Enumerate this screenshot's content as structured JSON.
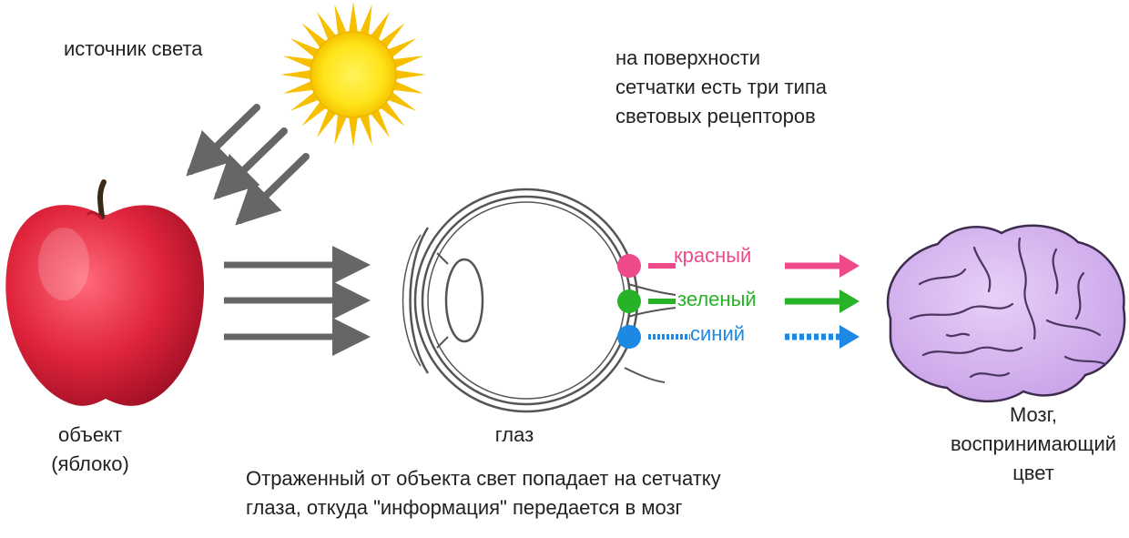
{
  "labels": {
    "light_source": "источник света",
    "retina_note": [
      "на поверхности",
      "сетчатки есть три типа",
      "световых рецепторов"
    ],
    "object": [
      "объект",
      "(яблоко)"
    ],
    "eye": "глаз",
    "brain": [
      "Мозг,",
      "воспринимающий",
      "цвет"
    ],
    "caption": [
      "Отраженный от объекта свет попадает на сетчатку",
      "глаза, откуда \"информация\" передается в мозг"
    ]
  },
  "receptors": [
    {
      "name": "красный",
      "color": "#ee4a8a"
    },
    {
      "name": "зеленый",
      "color": "#27b327"
    },
    {
      "name": "синий",
      "color": "#1e88e5"
    }
  ],
  "icons": {
    "sun": "sun-icon",
    "apple": "apple-icon",
    "eye": "eye-diagram-icon",
    "brain": "brain-icon"
  },
  "colors": {
    "sun_rays": "#f6c000",
    "sun_core": "#ffee22",
    "apple": "#e0243c",
    "brain": "#d6b5f0",
    "arrow_gray": "#666666",
    "text": "#222222"
  }
}
